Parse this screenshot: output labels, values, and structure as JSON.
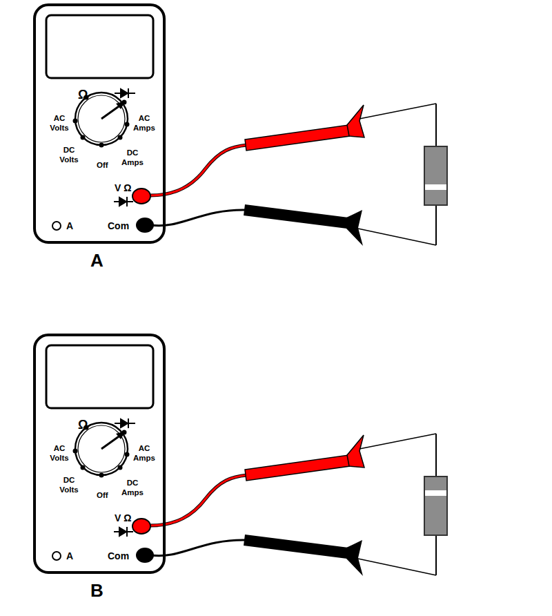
{
  "diagram": {
    "nodes": [
      {
        "text": [
          "Ω",
          "AC Volts",
          "AC Amps",
          "DC Volts",
          "Off",
          "DC Amps",
          "V Ω",
          "A",
          "Com"
        ]
      },
      {
        "text": [
          "Ω",
          "AC Volts",
          "AC Amps",
          "DC Volts",
          "Off",
          "DC Amps",
          "V Ω",
          "A",
          "Com"
        ]
      }
    ],
    "labels": [
      "A",
      "B"
    ]
  }
}
